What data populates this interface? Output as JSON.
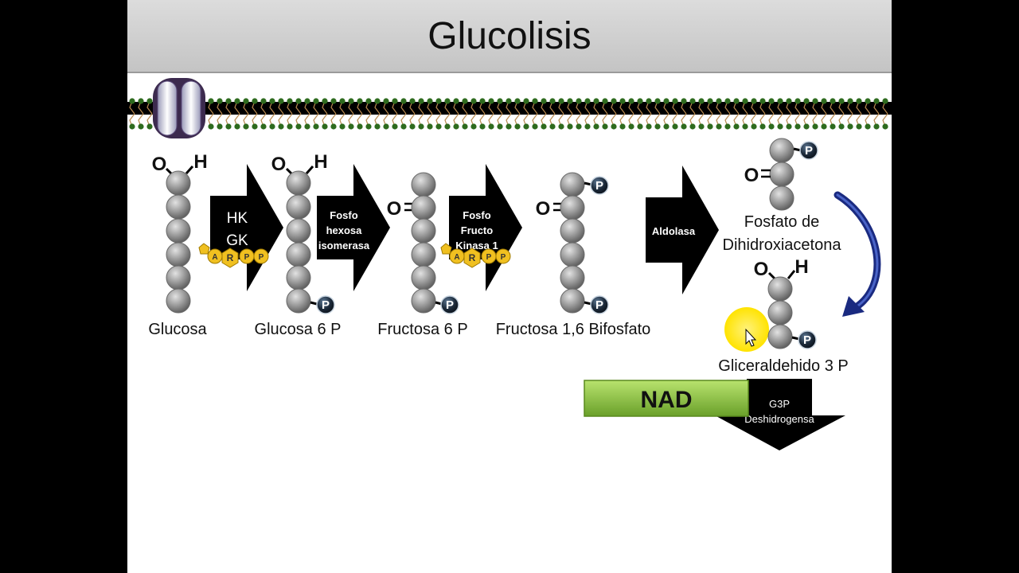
{
  "title": "Glucolisis",
  "atoms": {
    "oxygen": "O",
    "hydrogen": "H",
    "phosphate": "P"
  },
  "cofactor": {
    "adenine": "A",
    "ribose": "R",
    "phosphate": "P"
  },
  "enzymes": {
    "hk_gk_line1": "HK",
    "hk_gk_line2": "GK",
    "pgi_line1": "Fosfo",
    "pgi_line2": "hexosa",
    "pgi_line3": "isomerasa",
    "pfk_line1": "Fosfo",
    "pfk_line2": "Fructo",
    "pfk_line3": "Kinasa 1",
    "aldolase": "Aldolasa",
    "g3pdh_line1": "G3P",
    "g3pdh_line2": "Deshidrogensa"
  },
  "molecules": {
    "glucose": "Glucosa",
    "g6p": "Glucosa 6 P",
    "f6p": "Fructosa 6 P",
    "f16bp": "Fructosa 1,6 Bifosfato",
    "dhap_line1": "Fosfato de",
    "dhap_line2": "Dihidroxiacetona",
    "g3p": "Gliceraldehido  3 P"
  },
  "nad_label": "NAD",
  "colors": {
    "title_bar": "#c8c8c8",
    "carbon": "#8f8f8f",
    "phosphate": "#1c2a3a",
    "atp_gold": "#f0c020",
    "nad_green": "#8cc63f",
    "arrow": "#000000",
    "curved_arrow": "#1a2a80",
    "cursor_highlight": "#ffee00",
    "membrane_head": "#2e6b1e"
  },
  "icons": [
    "membrane-channel-icon",
    "mouse-cursor-icon"
  ]
}
